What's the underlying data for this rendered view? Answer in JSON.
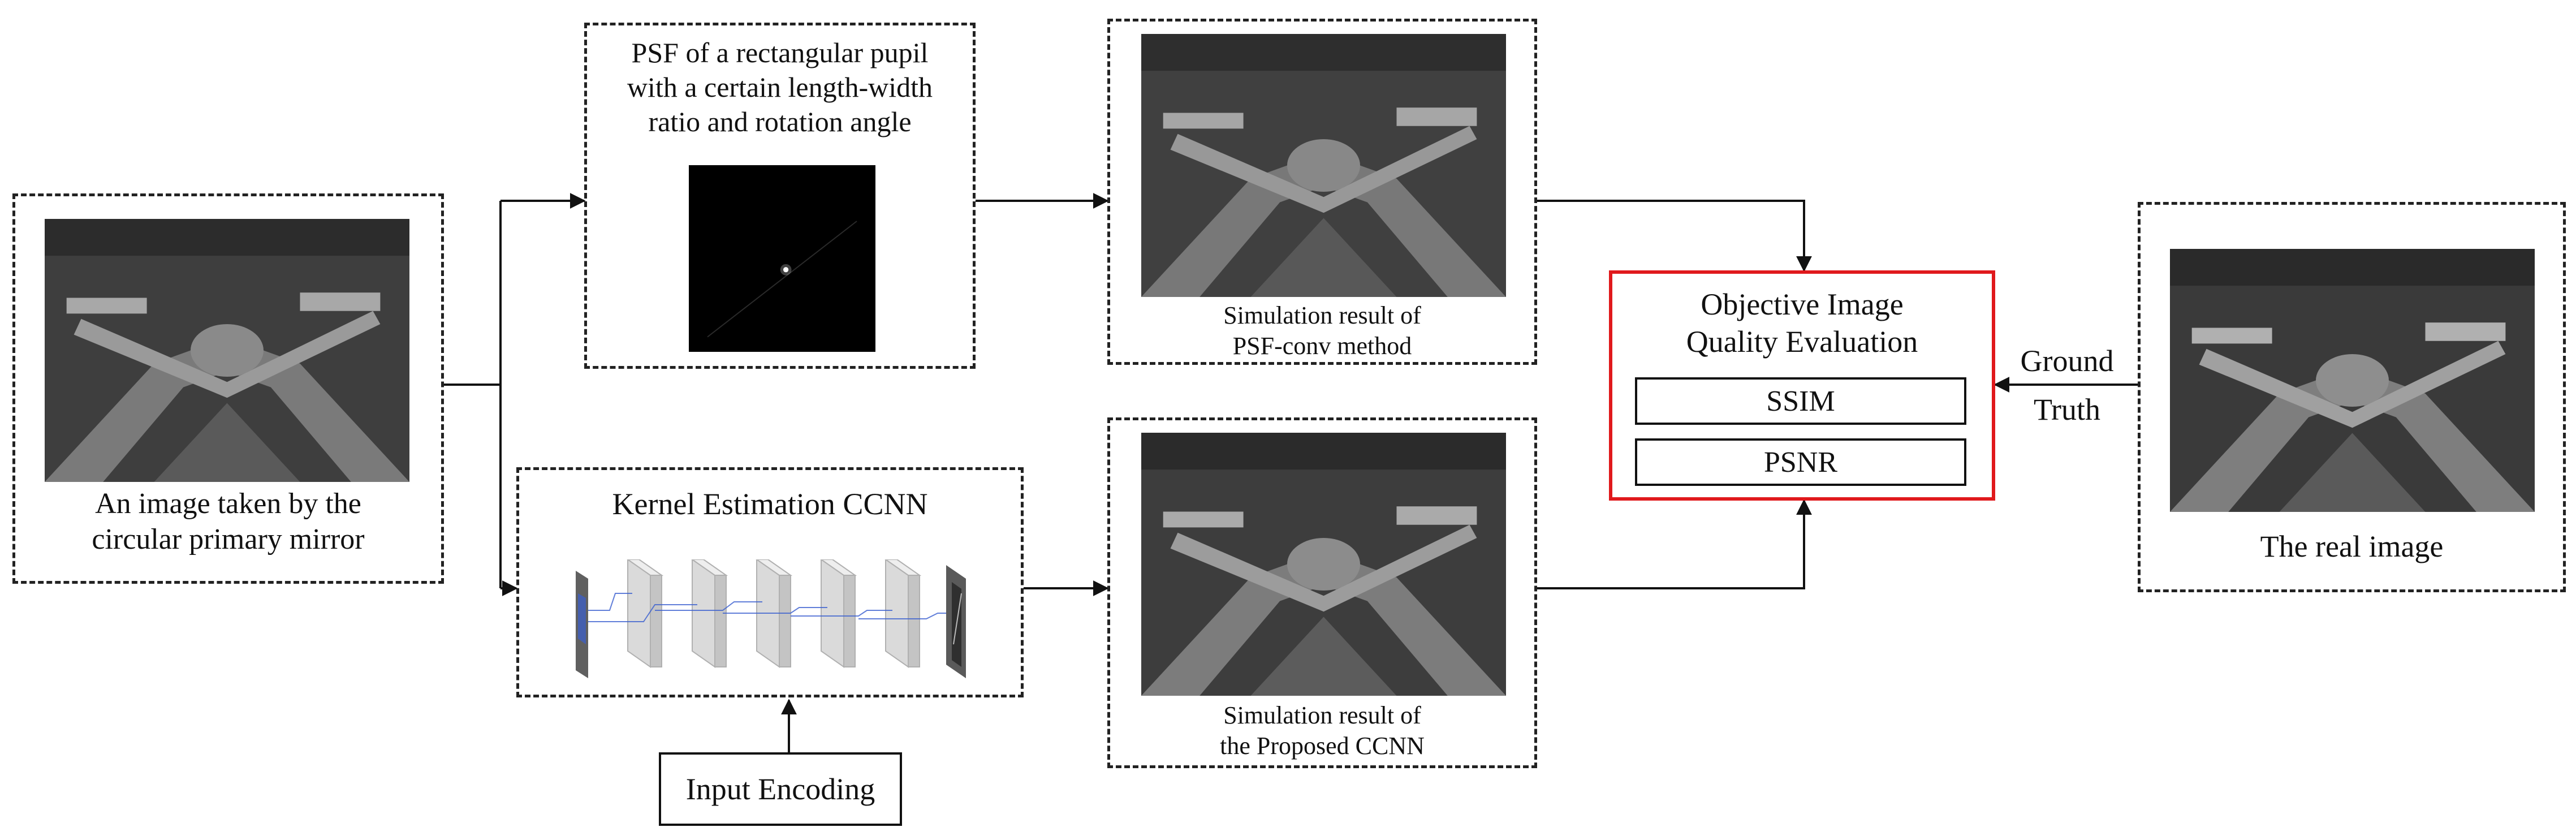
{
  "input_image": {
    "caption_lines": [
      "An image taken by the",
      "circular primary mirror"
    ]
  },
  "psf_box": {
    "caption_lines": [
      "PSF of a rectangular pupil",
      "with a certain length-width",
      "ratio and rotation angle"
    ]
  },
  "ccnn_box": {
    "title": "Kernel Estimation CCNN"
  },
  "input_encoding": {
    "label": "Input Encoding"
  },
  "result_psf": {
    "caption_lines": [
      "Simulation result of",
      "PSF-conv method"
    ]
  },
  "result_ccnn": {
    "caption_lines": [
      "Simulation result of",
      "the Proposed CCNN"
    ]
  },
  "evaluation": {
    "title_lines": [
      "Objective Image",
      "Quality Evaluation"
    ],
    "metrics": [
      "SSIM",
      "PSNR"
    ],
    "border_color": "#e0191c"
  },
  "ground_truth": {
    "label_lines": [
      "Ground",
      "Truth"
    ]
  },
  "real_image": {
    "caption": "The real image"
  },
  "colors": {
    "line": "#111111",
    "cnn_accent": "#3a5fd0"
  }
}
